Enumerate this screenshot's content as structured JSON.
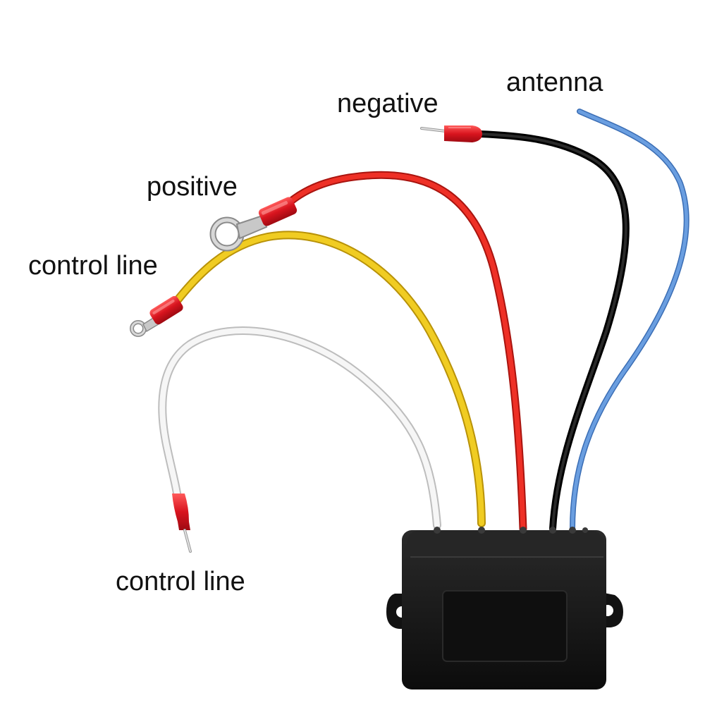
{
  "labels": {
    "antenna": "antenna",
    "negative": "negative",
    "positive": "positive",
    "control_line_upper": "control line",
    "control_line_lower": "control line"
  },
  "colors": {
    "red_wire": "#e8302a",
    "black_wire": "#111111",
    "blue_wire": "#5b8fd6",
    "yellow_wire": "#e8c21c",
    "white_wire": "#f2f2f2",
    "terminal_red": "#e0202a",
    "box": "#141414"
  }
}
